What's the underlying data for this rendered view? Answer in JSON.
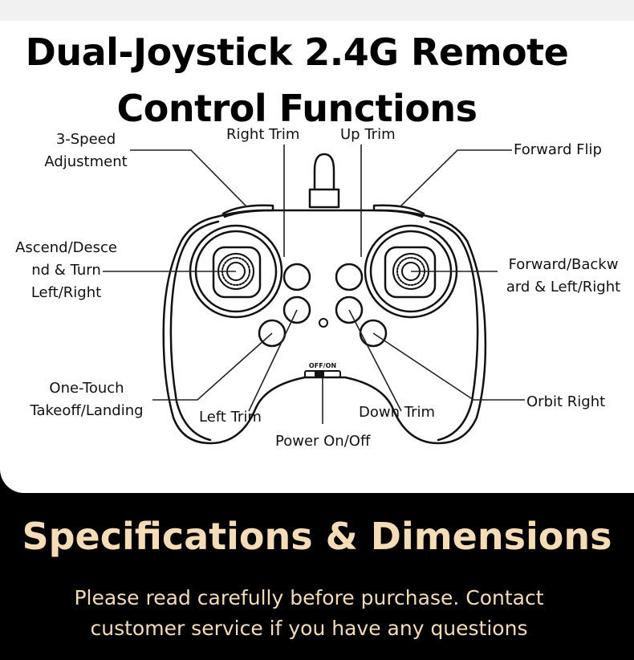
{
  "header": {
    "title_line1": "Dual-Joystick 2.4G Remote",
    "title_line2": "Control Functions"
  },
  "labels": {
    "speed_1": "3-Speed",
    "speed_2": "Adjustment",
    "right_trim": "Right Trim",
    "up_trim": "Up Trim",
    "forward_flip": "Forward Flip",
    "ascend_1": "Ascend/Desce",
    "ascend_2": "nd & Turn",
    "ascend_3": "Left/Right",
    "forward_1": "Forward/Backw",
    "forward_2": "ard & Left/Right",
    "one_touch_1": "One-Touch",
    "one_touch_2": "Takeoff/Landing",
    "left_trim": "Left Trim",
    "down_trim": "Down Trim",
    "orbit_right": "Orbit Right",
    "power": "Power On/Off",
    "switch_text": "OFF/ON"
  },
  "specs": {
    "title": "Specifications & Dimensions",
    "line1": "Please read carefully before purchase. Contact",
    "line2": "customer service if you have any questions"
  },
  "colors": {
    "spec_text": "#f3dcb6",
    "dark_bg": "#000000",
    "panel_bg": "#ffffff"
  }
}
